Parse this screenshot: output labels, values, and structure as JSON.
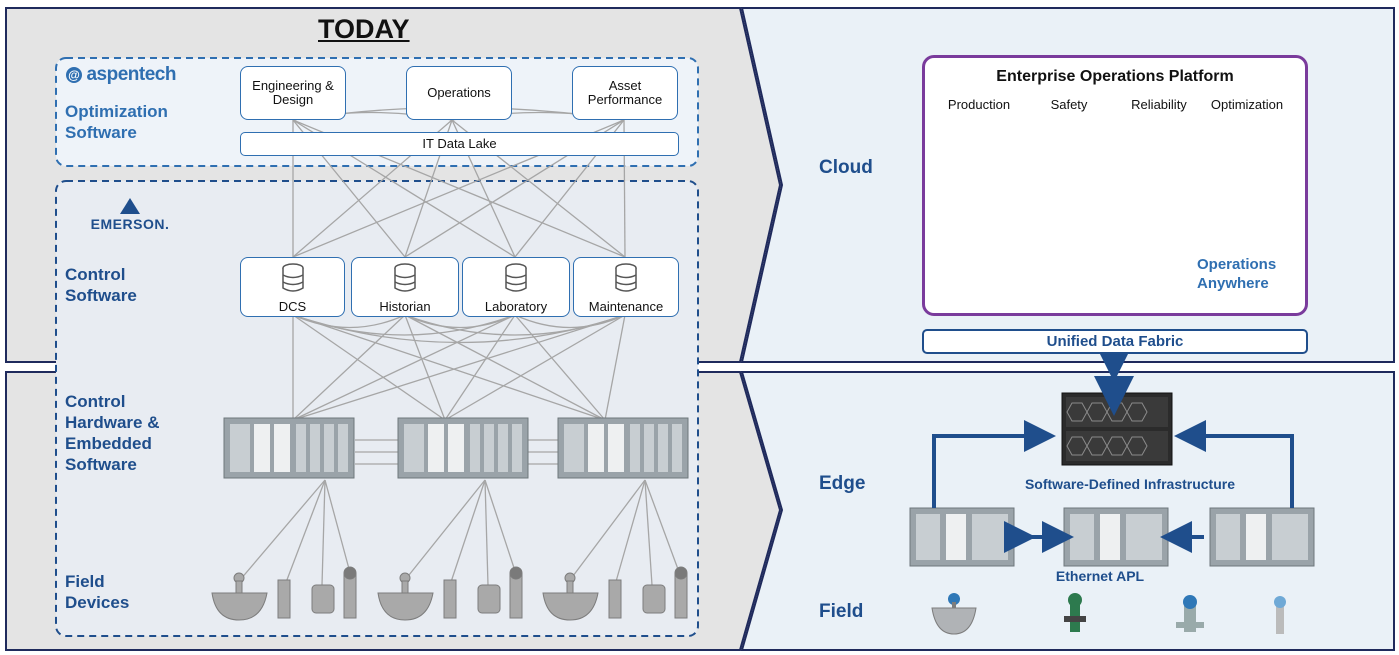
{
  "today": {
    "title": "TODAY"
  },
  "left_labels": {
    "aspentech_logo": "aspentech",
    "optimization": [
      "Optimization",
      "Software"
    ],
    "emerson_logo": "EMERSON.",
    "control_software": [
      "Control",
      "Software"
    ],
    "control_hardware": [
      "Control",
      "Hardware &",
      "Embedded",
      "Software"
    ],
    "field_devices": [
      "Field",
      "Devices"
    ]
  },
  "optimization_apps": [
    [
      "Engineering &",
      "Design"
    ],
    [
      "Operations"
    ],
    [
      "Asset",
      "Performance"
    ]
  ],
  "it_data_lake": "IT Data Lake",
  "control_apps": [
    "DCS",
    "Historian",
    "Laboratory",
    "Maintenance"
  ],
  "right_layers": {
    "cloud": "Cloud",
    "edge": "Edge",
    "field": "Field"
  },
  "platform": {
    "title": "Enterprise Operations Platform",
    "categories": [
      "Production",
      "Safety",
      "Reliability",
      "Optimization"
    ],
    "operations_anywhere": [
      "Operations",
      "Anywhere"
    ]
  },
  "unified_data_fabric": "Unified Data Fabric",
  "software_defined_infrastructure": "Software-Defined Infrastructure",
  "ethernet_apl": "Ethernet APL",
  "colors": {
    "navy": "#1f2a5c",
    "brand_blue": "#1f4e8c",
    "light_blue": "#2f6fb1",
    "platform_purple": "#7a3b9c",
    "panel_grey": "#e4e4e4",
    "panel_blue": "#eaf1f7"
  }
}
